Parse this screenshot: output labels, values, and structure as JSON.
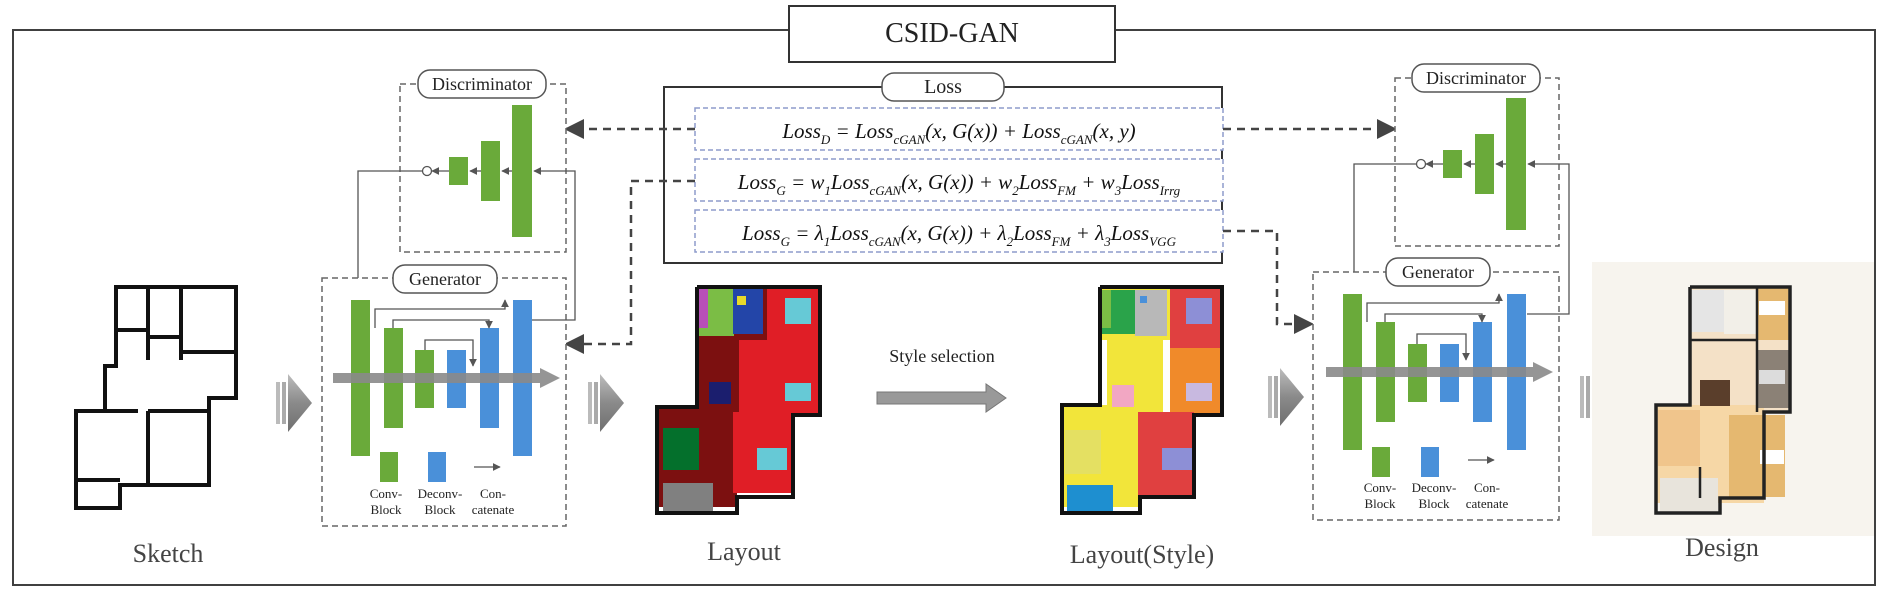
{
  "title": "CSID-GAN",
  "loss_box": {
    "label": "Loss",
    "formulas": [
      {
        "lhs": "Loss",
        "lhs_sub": "D",
        "rhs": [
          {
            "t": "Loss"
          },
          {
            "t": "cGAN",
            "sub": true
          },
          {
            "t": "(x, G(x)) + Loss",
            "sp": true
          },
          {
            "t": "cGAN",
            "sub": true
          },
          {
            "t": "(x, y)",
            "sp": true
          }
        ]
      },
      {
        "lhs": "Loss",
        "lhs_sub": "G",
        "rhs": [
          {
            "t": "w"
          },
          {
            "t": "1",
            "sub": true
          },
          {
            "t": "Loss"
          },
          {
            "t": "cGAN",
            "sub": true
          },
          {
            "t": "(x, G(x)) + w",
            "sp": true
          },
          {
            "t": "2",
            "sub": true
          },
          {
            "t": "Loss"
          },
          {
            "t": "FM",
            "sub": true
          },
          {
            "t": " + w",
            "sp": true
          },
          {
            "t": "3",
            "sub": true
          },
          {
            "t": "Loss"
          },
          {
            "t": "Irrg",
            "sub": true
          }
        ]
      },
      {
        "lhs": "Loss",
        "lhs_sub": "G",
        "rhs": [
          {
            "t": "λ"
          },
          {
            "t": "1",
            "sub": true
          },
          {
            "t": "Loss"
          },
          {
            "t": "cGAN",
            "sub": true
          },
          {
            "t": "(x, G(x)) + λ",
            "sp": true
          },
          {
            "t": "2",
            "sub": true
          },
          {
            "t": "Loss"
          },
          {
            "t": "FM",
            "sub": true
          },
          {
            "t": " + λ",
            "sp": true
          },
          {
            "t": "3",
            "sub": true
          },
          {
            "t": "Loss"
          },
          {
            "t": "VGG",
            "sub": true
          }
        ]
      }
    ]
  },
  "blocks": {
    "discriminator_label": "Discriminator",
    "generator_label": "Generator"
  },
  "legend": {
    "conv": "Conv-\nBlock",
    "deconv": "Deconv-\nBlock",
    "concat": "Con-\ncatenate"
  },
  "stage_labels": {
    "sketch": "Sketch",
    "layout": "Layout",
    "layout_style": "Layout(Style)",
    "design": "Design"
  },
  "style_selection": "Style selection",
  "colors": {
    "conv_green": "#6aaa3a",
    "deconv_blue": "#4a90d9",
    "arrow_grey": "#999999",
    "frame": "#404040"
  }
}
